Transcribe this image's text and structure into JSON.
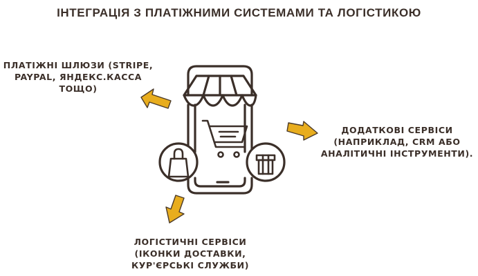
{
  "header": {
    "title": "ІНТЕГРАЦІЯ З ПЛАТІЖНИМИ СИСТЕМАМИ ТА ЛОГІСТИКОЮ"
  },
  "nodes": {
    "payments": {
      "lines": [
        "ПЛАТІЖНІ ШЛЮЗИ (STRIPE,",
        "PAYPAL, ЯНДЕКС.КАССА",
        "ТОЩО)"
      ],
      "arrow_direction": "up-left"
    },
    "services": {
      "lines": [
        "ДОДАТКОВІ СЕРВІСИ",
        "(НАПРИКЛАД, CRM АБО",
        "АНАЛІТИЧНІ ІНСТРУМЕНТИ)."
      ],
      "arrow_direction": "right"
    },
    "logistics": {
      "lines": [
        "ЛОГІСТИЧНІ СЕРВІСИ",
        "(ІКОНКИ ДОСТАВКИ,",
        "КУР'ЄРСЬКІ СЛУЖБИ)"
      ],
      "arrow_direction": "down-left"
    }
  },
  "center": {
    "icon": "mobile-shop-icon",
    "sub_icons": [
      "awning-icon",
      "shopping-cart-icon",
      "shopping-bag-icon",
      "gift-box-icon"
    ]
  },
  "colors": {
    "ink": "#3b2f29",
    "arrow_fill": "#e8ad1e",
    "arrow_stroke": "#4a3a2a",
    "background": "#ffffff"
  }
}
